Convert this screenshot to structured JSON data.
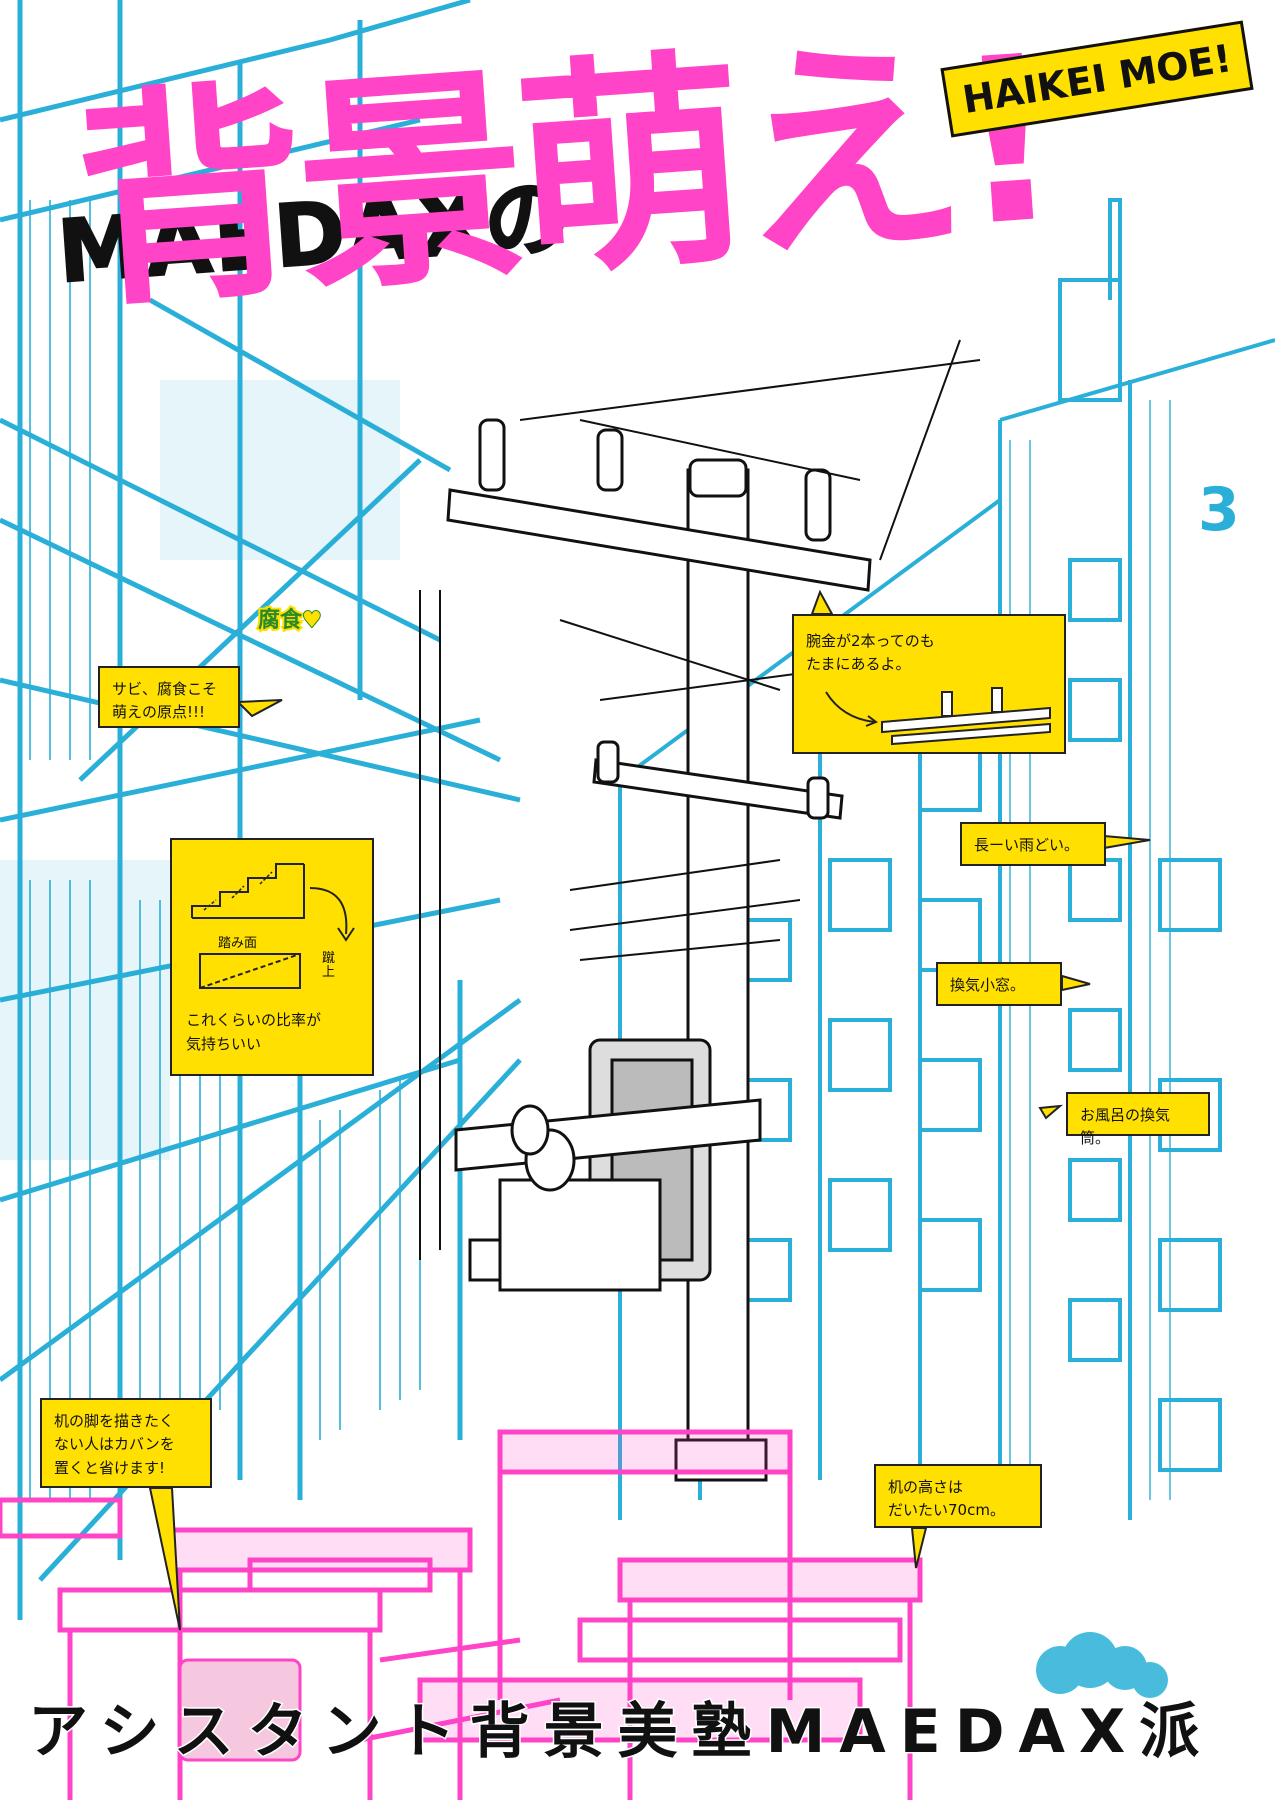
{
  "cover": {
    "brand": "MAEDAXの",
    "title_jp": "背景萌え!",
    "title_en": "HAIKEI MOE!",
    "volume": "3",
    "bottom_title": "アシスタント背景美塾MAEDAX派",
    "tag": "腐食",
    "tag_heart": "♥"
  },
  "notes": {
    "rust": [
      "サビ、腐食こそ",
      "萌えの原点!!!"
    ],
    "crossarm": [
      "腕金が2本ってのも",
      "たまにあるよ。"
    ],
    "rain_gutter": "長ーい雨どい。",
    "vent_window": "換気小窓。",
    "bath_vent": "お風呂の換気筒。",
    "desk_legs": [
      "机の脚を描きたく",
      "ない人はカバンを",
      "置くと省けます!"
    ],
    "desk_height": [
      "机の高さは",
      "だいたい70cm。"
    ],
    "stairs": {
      "tread": "踏み面",
      "riser": "蹴上",
      "caption": [
        "これくらいの比率が",
        "気持ちいい"
      ]
    }
  },
  "colors": {
    "cyan": "#2ab0d8",
    "magenta": "#ff44c8",
    "yellow": "#ffe000",
    "ink": "#111111"
  },
  "icons": [
    "utility-pole-illustration",
    "stairs-diagram-icon",
    "crossarm-diagram-icon",
    "desks-illustration",
    "apartment-building-illustration"
  ]
}
